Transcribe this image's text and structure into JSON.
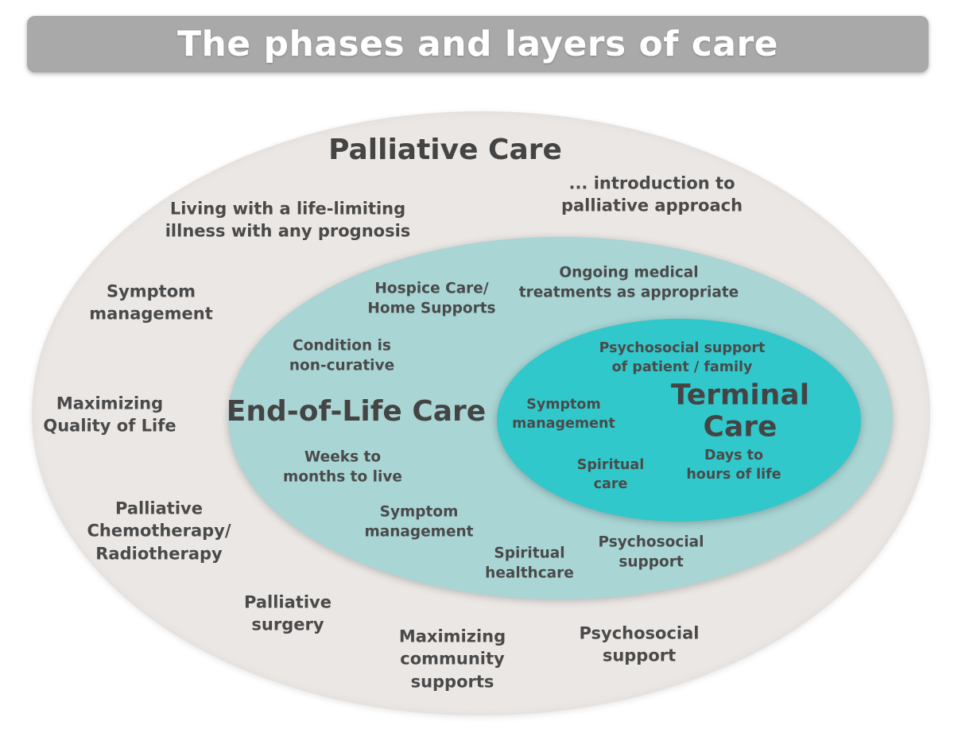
{
  "title": "The phases and layers of care",
  "outer": {
    "heading": "Palliative Care",
    "items": [
      "Living with a life-limiting\nillness with any prognosis",
      "... introduction to\npalliative approach",
      "Symptom\nmanagement",
      "Maximizing\nQuality of Life",
      "Palliative\nChemotherapy/\nRadiotherapy",
      "Palliative\nsurgery",
      "Maximizing\ncommunity\nsupports",
      "Psychosocial\nsupport"
    ]
  },
  "middle": {
    "heading": "End-of-Life Care",
    "items": [
      "Hospice Care/\nHome Supports",
      "Ongoing medical\ntreatments as appropriate",
      "Condition is\nnon-curative",
      "Weeks to\nmonths to live",
      "Symptom\nmanagement",
      "Spiritual\nhealthcare",
      "Psychosocial\nsupport"
    ]
  },
  "inner": {
    "heading": "Terminal Care",
    "items": [
      "Psychosocial support\nof patient / family",
      "Symptom\nmanagement",
      "Spiritual\ncare",
      "Days to\nhours of life"
    ]
  },
  "colors": {
    "title_bar": "#a9a9a9",
    "outer_fill": "#ebe7e4",
    "middle_fill": "#a9d5d5",
    "inner_fill": "#31c8cb",
    "text": "#4a4a4a"
  }
}
